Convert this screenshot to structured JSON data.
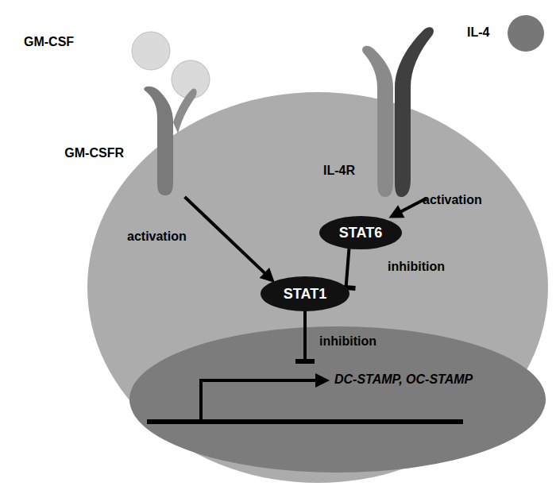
{
  "diagram": {
    "nodes": [
      {
        "text": [
          "GM-CSFR"
        ]
      },
      {
        "text": [
          "IL-4R"
        ]
      },
      {
        "text": [
          "STAT6"
        ]
      },
      {
        "text": [
          "STAT1"
        ]
      },
      {
        "text": [
          "DC-STAMP, OC-STAMP"
        ]
      }
    ],
    "edges": [
      {
        "from": 0,
        "to": 3,
        "label": "activation",
        "arrow": "to"
      },
      {
        "from": 1,
        "to": 2,
        "label": "activation",
        "arrow": "to"
      },
      {
        "from": 2,
        "to": 3,
        "label": "inhibition",
        "arrow": "to"
      },
      {
        "from": 3,
        "to": 4,
        "label": "inhibition",
        "arrow": "to"
      }
    ],
    "labels": [
      "GM-CSF",
      "IL-4"
    ]
  }
}
